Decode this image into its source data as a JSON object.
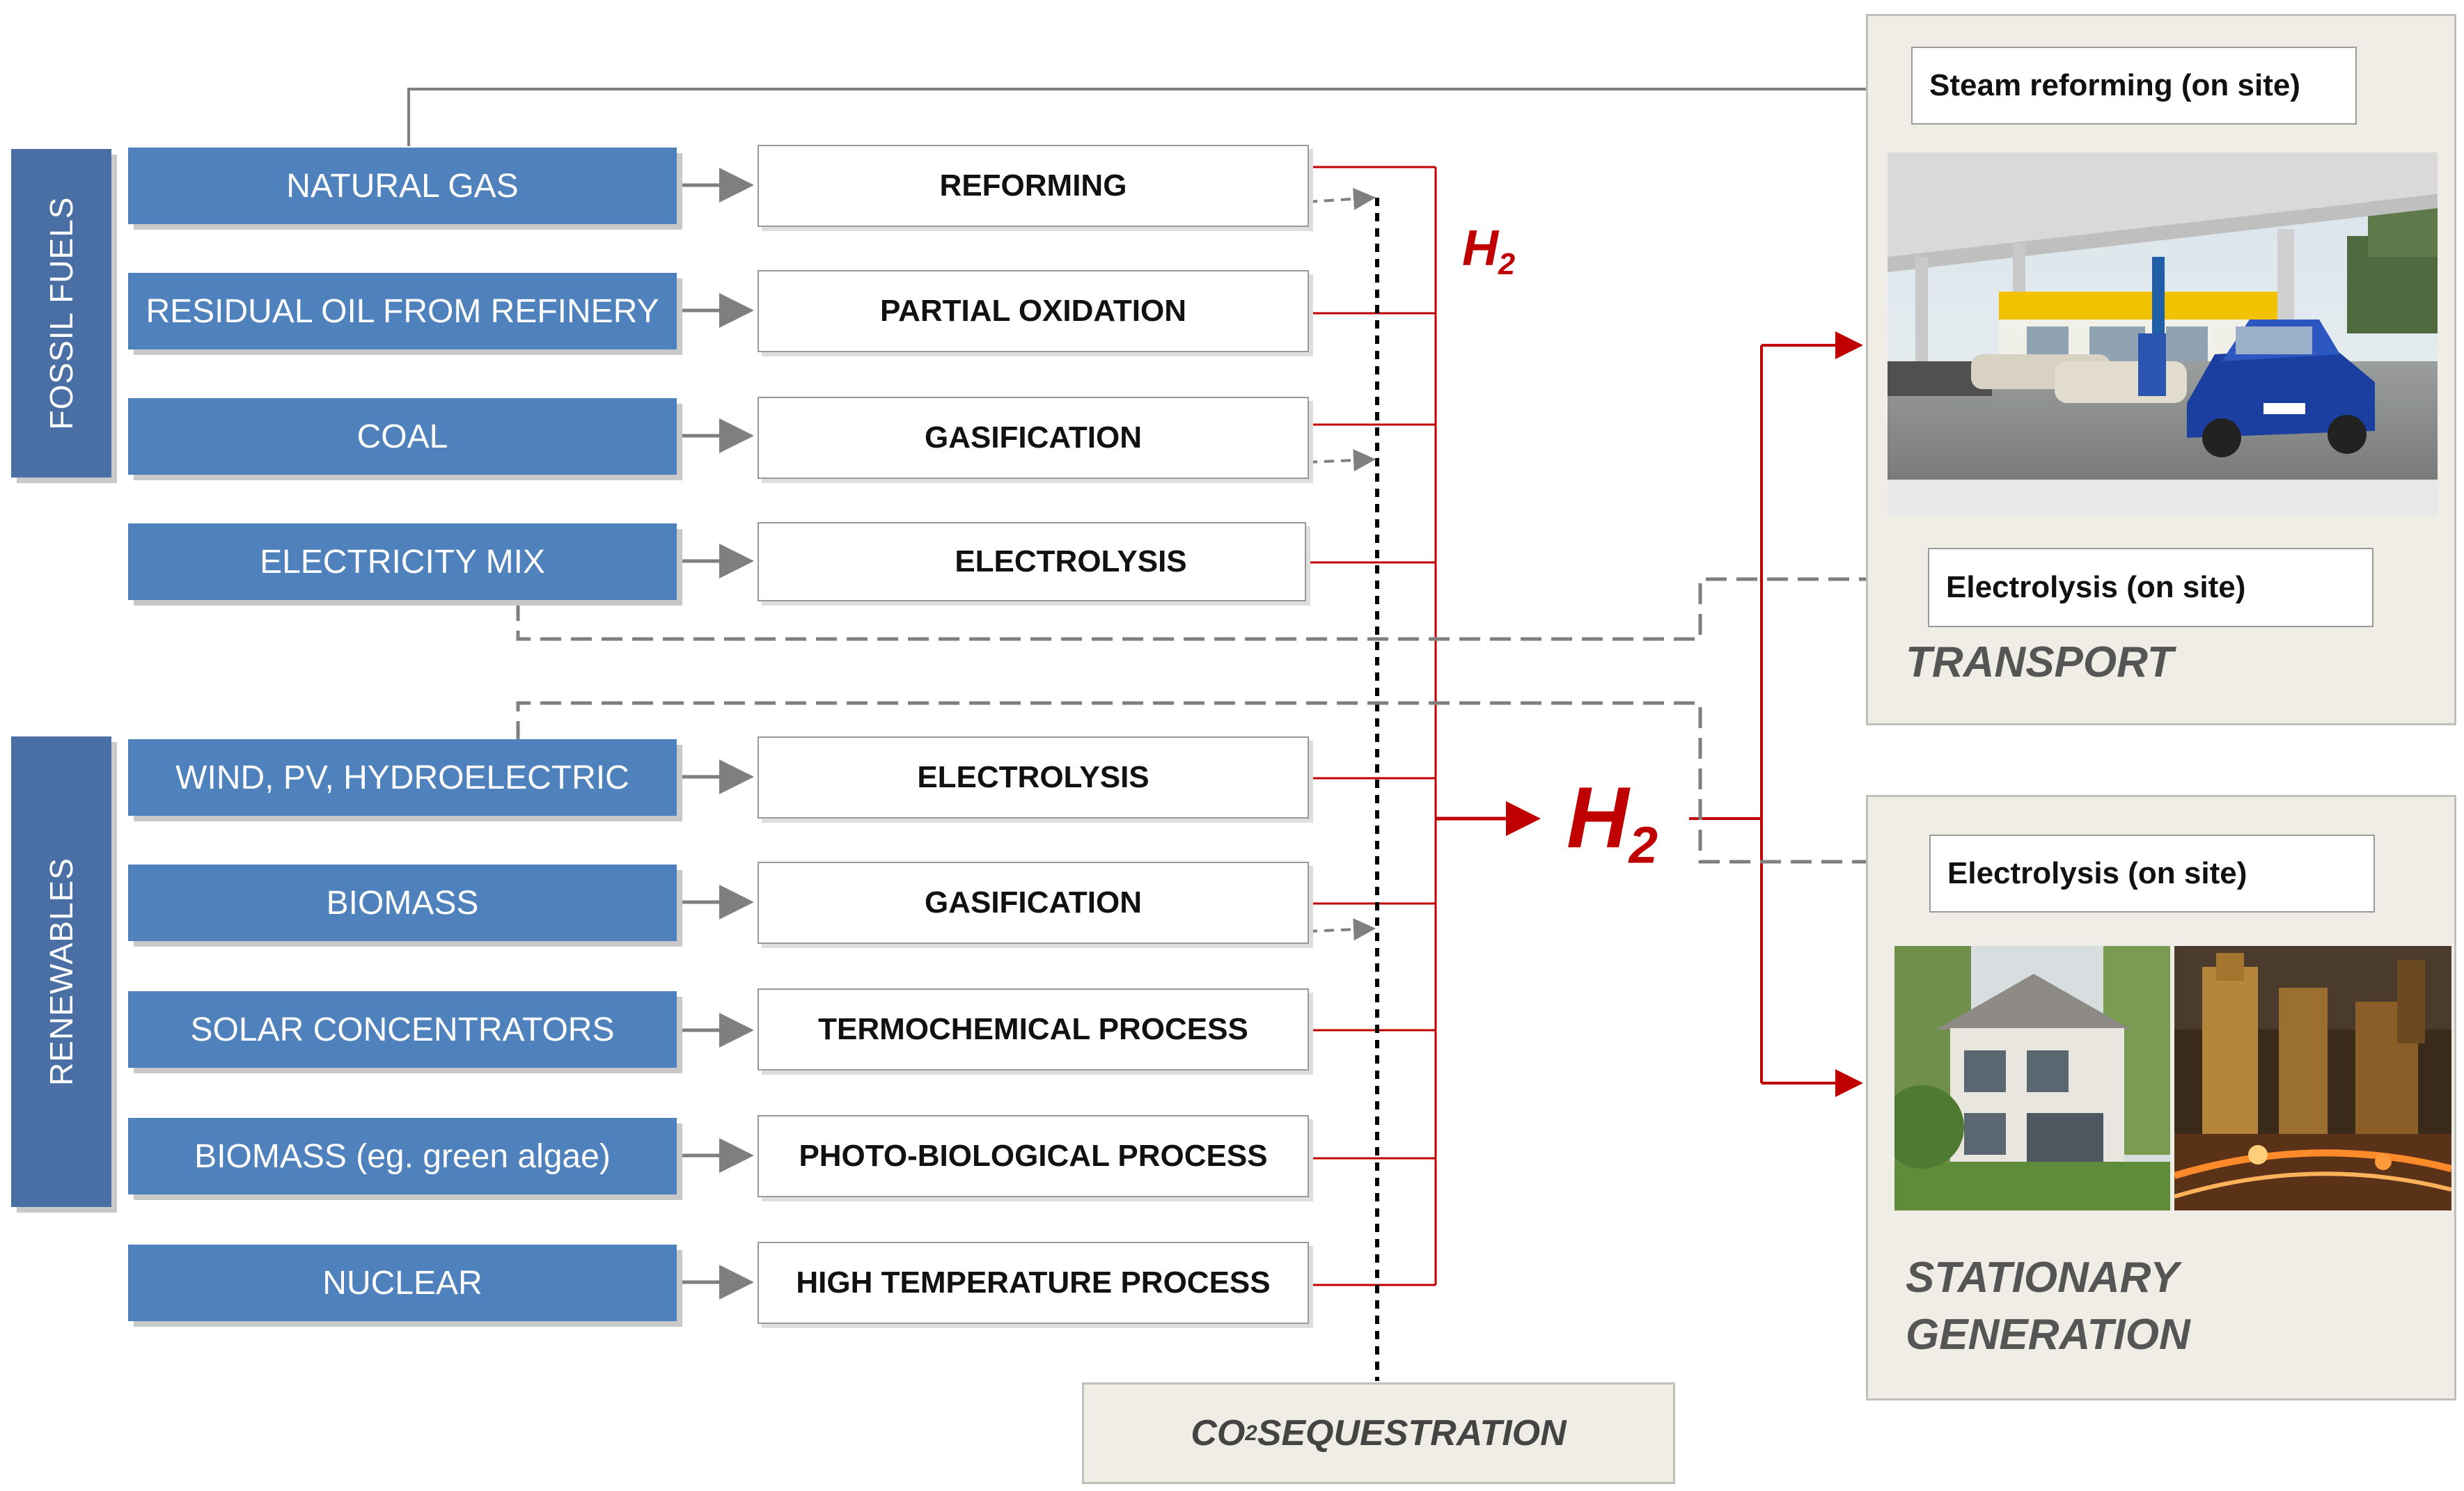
{
  "groups": {
    "fossil": "FOSSIL FUELS",
    "renewables": "RENEWABLES"
  },
  "sources": [
    "NATURAL GAS",
    "RESIDUAL OIL FROM REFINERY",
    "COAL",
    "ELECTRICITY MIX",
    "WIND, PV, HYDROELECTRIC",
    "BIOMASS",
    "SOLAR CONCENTRATORS",
    "BIOMASS (eg. green  algae)",
    "NUCLEAR"
  ],
  "processes": [
    "REFORMING",
    "PARTIAL OXIDATION",
    "GASIFICATION",
    "ELECTROLYSIS",
    "ELECTROLYSIS",
    "GASIFICATION",
    "TERMOCHEMICAL PROCESS",
    "PHOTO-BIOLOGICAL PROCESS",
    "HIGH TEMPERATURE PROCESS"
  ],
  "hydrogen": {
    "symbol": "H",
    "subscript": "2"
  },
  "sequestration": {
    "prefix": "CO",
    "subscript": "2",
    "suffix": " SEQUESTRATION"
  },
  "transport": {
    "steam_reforming": "Steam reforming (on site)",
    "electrolysis": "Electrolysis (on site)",
    "title": "TRANSPORT"
  },
  "stationary": {
    "electrolysis": "Electrolysis (on site)",
    "title_line1": "STATIONARY",
    "title_line2": "GENERATION"
  },
  "colors": {
    "source_fill": "#4f81bd",
    "sidebar_fill": "#4a6fa5",
    "hydrogen_red": "#c00000",
    "panel_fill": "#efede5"
  }
}
